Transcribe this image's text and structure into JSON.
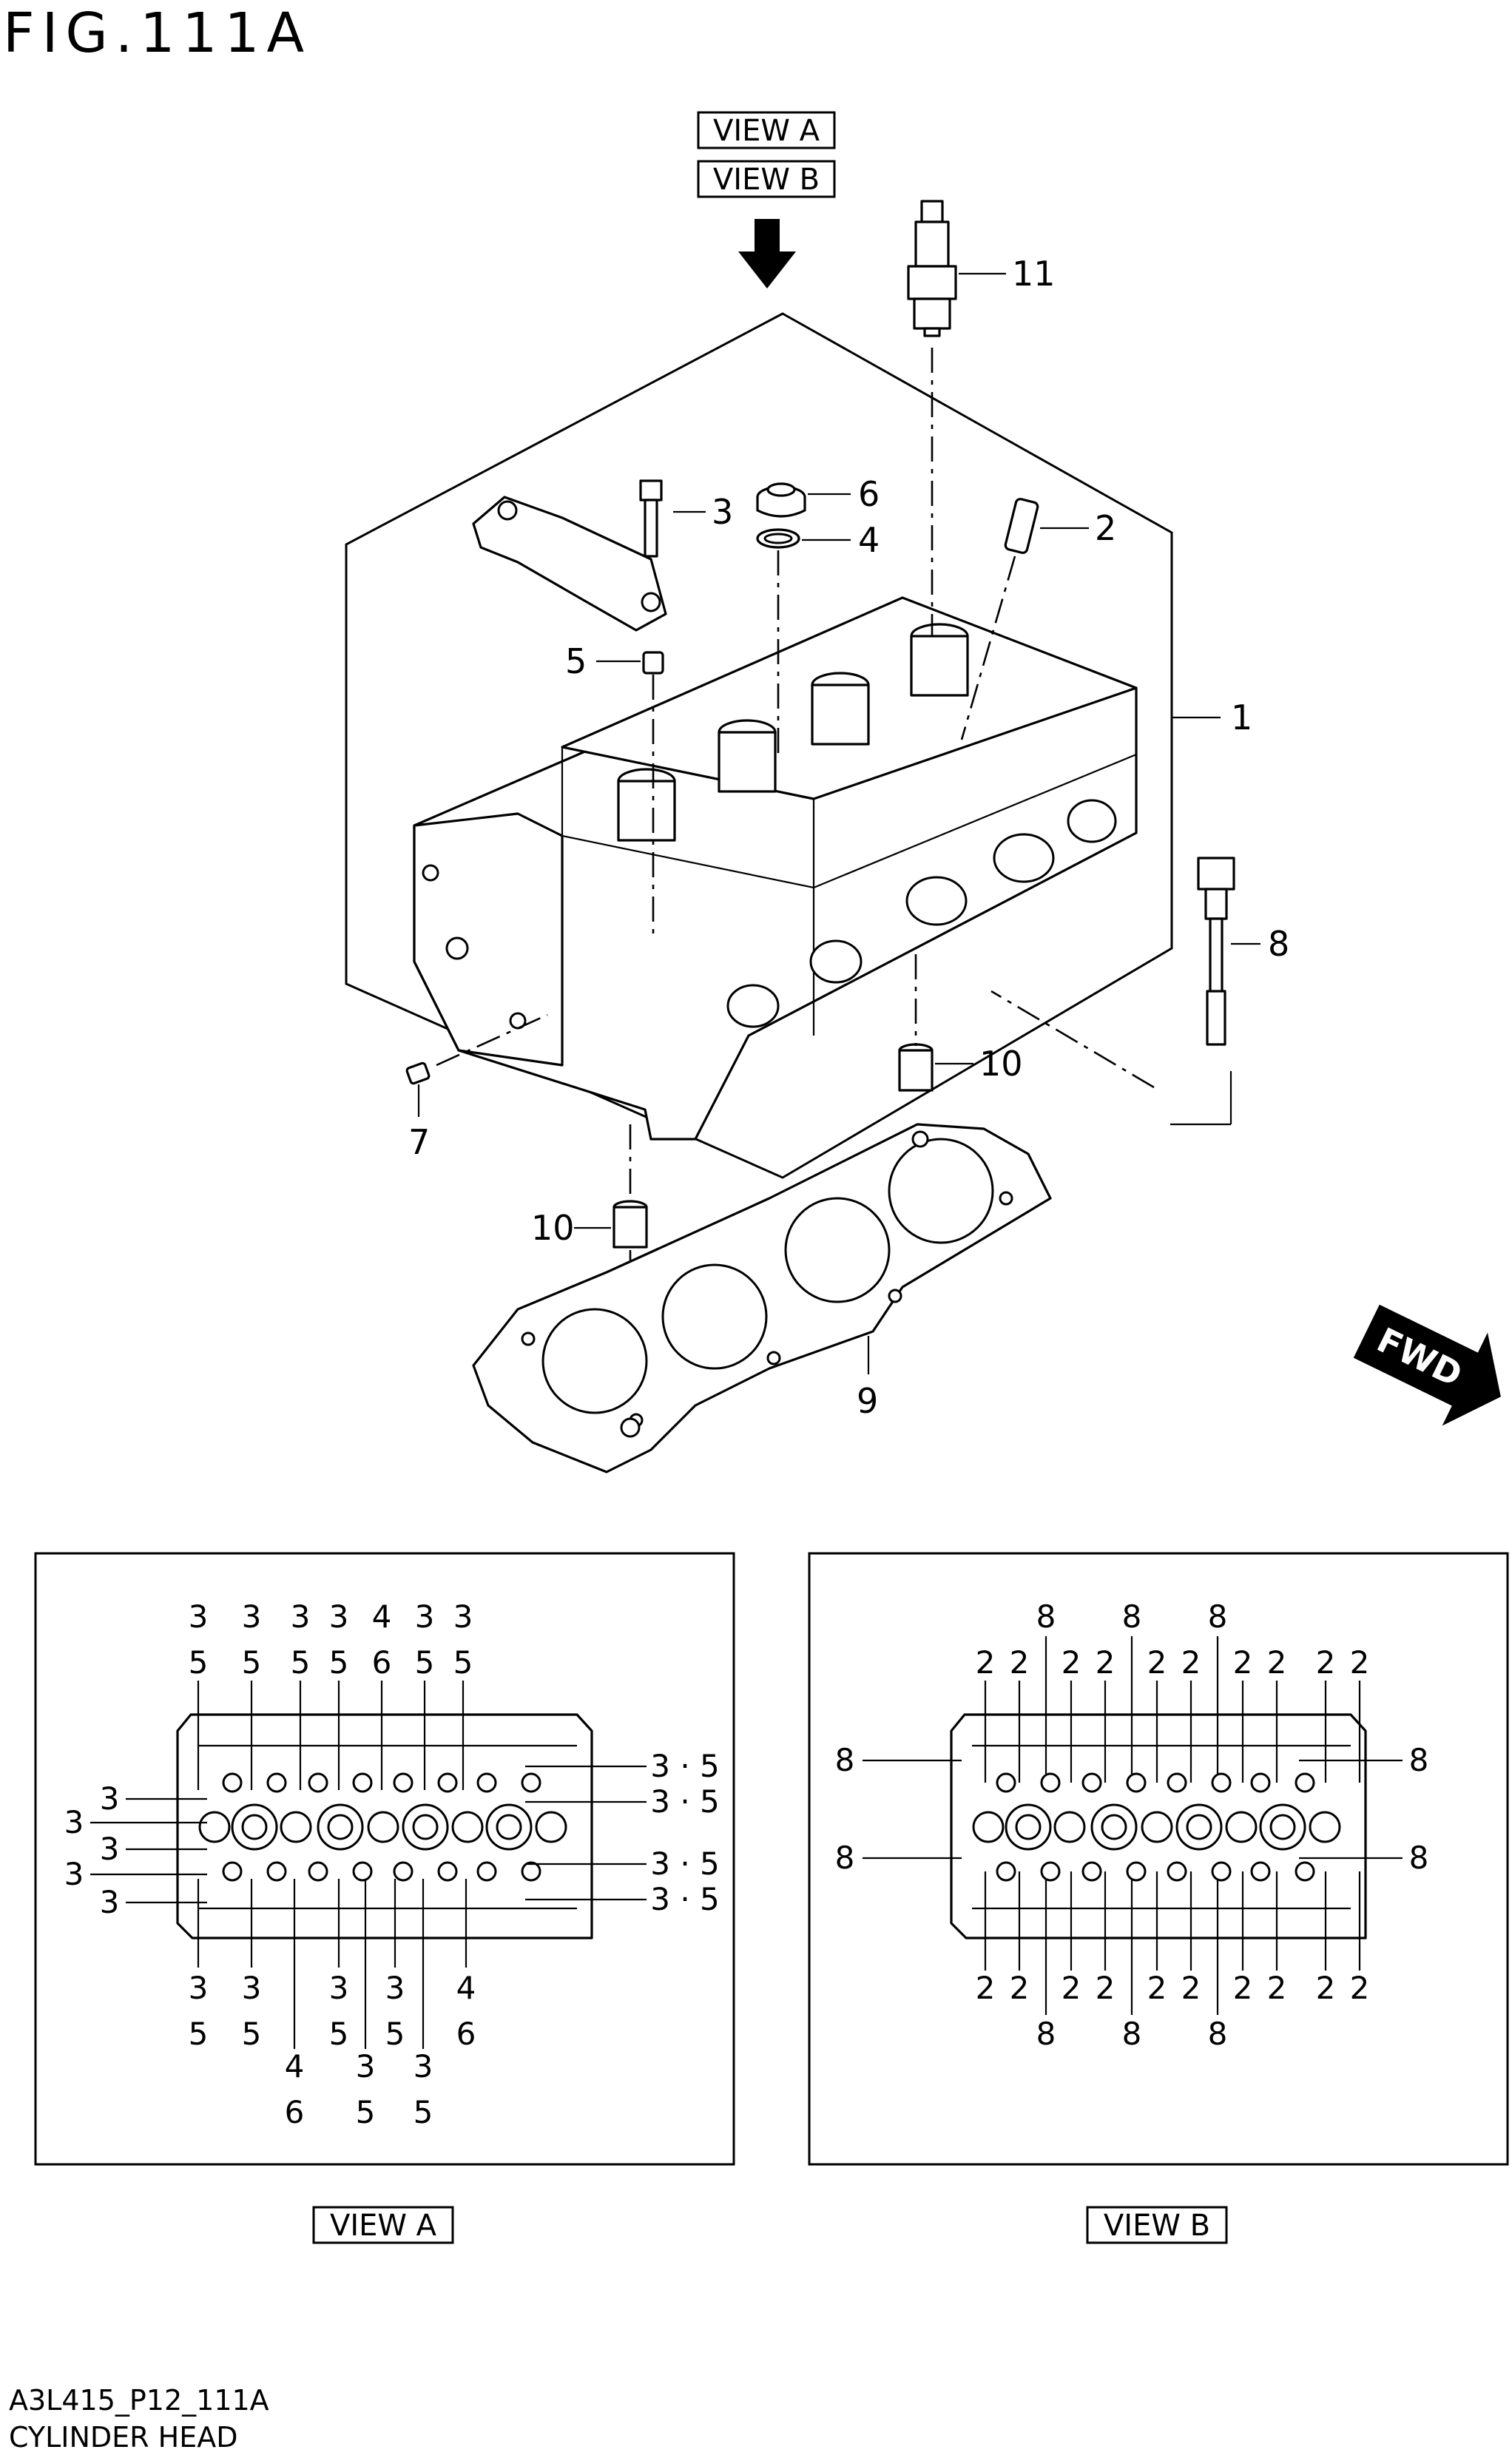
{
  "figure": {
    "title": "FIG.111A",
    "drawing_id": "A3L415_P12_111A",
    "name": "CYLINDER HEAD",
    "direction_badge": "FWD"
  },
  "top_labels": {
    "view_a": "VIEW A",
    "view_b": "VIEW B"
  },
  "callouts": {
    "c1": "1",
    "c2": "2",
    "c3": "3",
    "c4": "4",
    "c5": "5",
    "c6": "6",
    "c7": "7",
    "c8": "8",
    "c9": "9",
    "c10a": "10",
    "c10b": "10",
    "c11": "11"
  },
  "view_a": {
    "caption": "VIEW A",
    "top_pairs": [
      [
        "3",
        "5"
      ],
      [
        "3",
        "5"
      ],
      [
        "3",
        "5"
      ],
      [
        "3",
        "5"
      ],
      [
        "4",
        "6"
      ],
      [
        "3",
        "5"
      ],
      [
        "3",
        "5"
      ]
    ],
    "left_labels": [
      "3",
      "3",
      "3",
      "3",
      "3"
    ],
    "right_labels": [
      "3 · 5",
      "3 · 5",
      "3 · 5",
      "3 · 5"
    ],
    "bottom_pairs": [
      [
        "3",
        "5"
      ],
      [
        "3",
        "5"
      ],
      [
        "3",
        "5"
      ],
      [
        "3",
        "5"
      ],
      [
        "4",
        "6"
      ]
    ],
    "lower_pairs": [
      [
        "4",
        "6"
      ],
      [
        "3",
        "5"
      ],
      [
        "3",
        "5"
      ]
    ]
  },
  "view_b": {
    "caption": "VIEW B",
    "top_eights": [
      "8",
      "8",
      "8"
    ],
    "top_twos": [
      "2",
      "2",
      "2",
      "2",
      "2",
      "2",
      "2",
      "2",
      "2",
      "2"
    ],
    "left_labels": [
      "8",
      "8"
    ],
    "right_labels": [
      "8",
      "8"
    ],
    "bottom_twos": [
      "2",
      "2",
      "2",
      "2",
      "2",
      "2",
      "2",
      "2",
      "2",
      "2"
    ],
    "bottom_eights": [
      "8",
      "8",
      "8"
    ]
  }
}
